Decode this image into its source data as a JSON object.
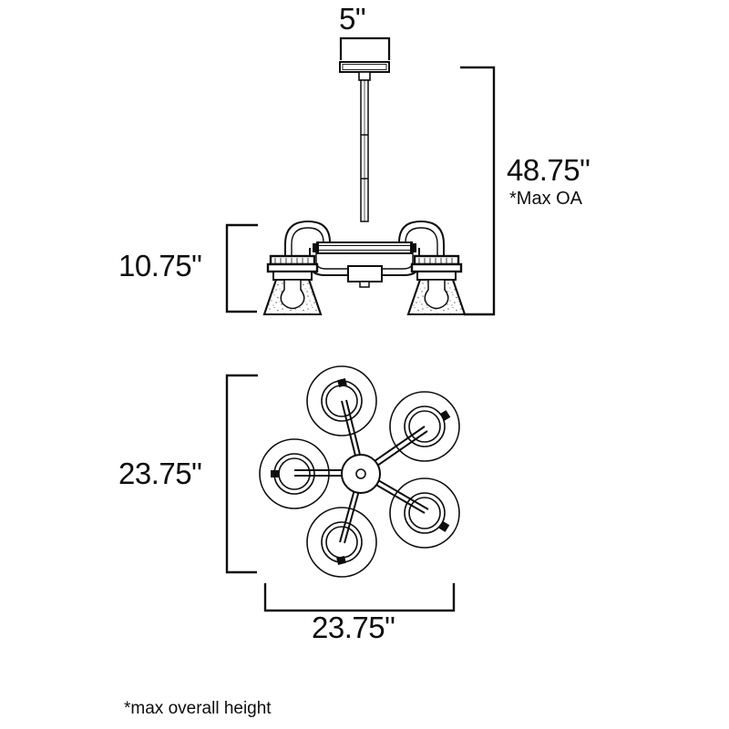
{
  "drawing": {
    "product": "five-light chandelier dimension drawing",
    "views": [
      {
        "name": "elevation-view",
        "label": "side elevation"
      },
      {
        "name": "plan-view",
        "label": "top plan"
      }
    ],
    "line_color": "#0d0d0d",
    "fill_color": "#ffffff",
    "glass_fill": "#f2f2f2"
  },
  "dimensions": {
    "canopy_width": "5\"",
    "overall_height": "48.75\"",
    "overall_height_note": "*Max OA",
    "fixture_height": "10.75\"",
    "plan_height": "23.75\"",
    "plan_width": "23.75\""
  },
  "footnote": "*max overall height",
  "elevation": {
    "canopy": {
      "name": "ceiling-canopy"
    },
    "stem": {
      "name": "downrod-stem"
    },
    "body": {
      "name": "chandelier-body"
    },
    "shades": [
      {
        "name": "glass-shade-left"
      },
      {
        "name": "glass-shade-right"
      }
    ]
  },
  "plan": {
    "hub": {
      "name": "center-hub"
    },
    "arms": [
      {
        "name": "arm-top",
        "angle": -104
      },
      {
        "name": "arm-upper-right",
        "angle": -32
      },
      {
        "name": "arm-lower-right",
        "angle": 40
      },
      {
        "name": "arm-bottom",
        "angle": 112
      },
      {
        "name": "arm-left",
        "angle": 184
      }
    ]
  }
}
